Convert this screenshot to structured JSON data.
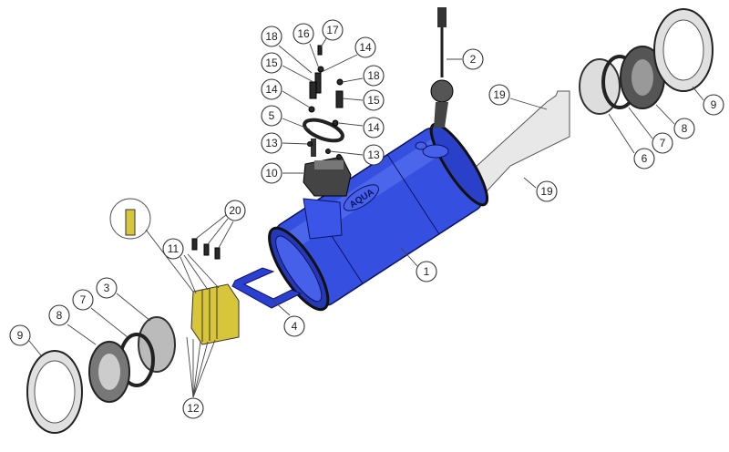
{
  "title": "Exploded parts diagram",
  "body_label": "AQUA",
  "colors": {
    "body": "#2f45d6",
    "body_light": "#5a74f0",
    "cell": "#d8c63a",
    "gasket": "#e6e6e6",
    "dark": "#2a2a2a"
  },
  "callouts": [
    "17",
    "16",
    "18",
    "14",
    "2",
    "15",
    "18",
    "14",
    "15",
    "5",
    "14",
    "13",
    "13",
    "10",
    "19",
    "19",
    "9",
    "8",
    "7",
    "6",
    "20",
    "11",
    "1",
    "4",
    "3",
    "7",
    "8",
    "9",
    "12"
  ]
}
